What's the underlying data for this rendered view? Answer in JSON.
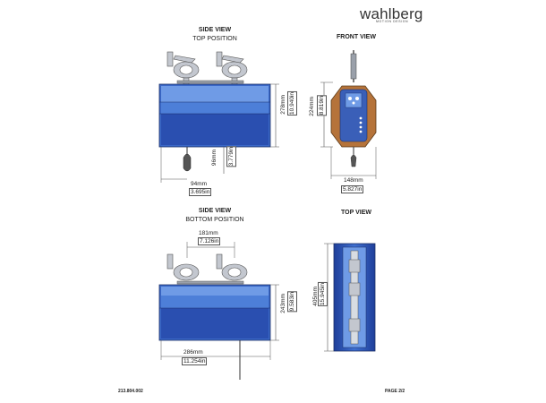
{
  "brand": {
    "name": "wahlberg",
    "tagline": "MOTION DESIGN"
  },
  "views": {
    "side_top": {
      "title": "SIDE VIEW",
      "subtitle": "TOP POSITION",
      "dims": {
        "height_mm": "278mm",
        "height_in": "10.940in",
        "hook_mm": "96mm",
        "hook_in": "3.779in",
        "offset_mm": "94mm",
        "offset_in": "3.695in"
      }
    },
    "front": {
      "title": "FRONT VIEW",
      "dims": {
        "height_mm": "224mm",
        "height_in": "8.819in",
        "width_mm": "148mm",
        "width_in": "5.827in"
      }
    },
    "side_bottom": {
      "title": "SIDE VIEW",
      "subtitle": "BOTTOM POSITION",
      "dims": {
        "clamp_mm": "181mm",
        "clamp_in": "7.126in",
        "height_mm": "243mm",
        "height_in": "9.583in",
        "width_mm": "286mm",
        "width_in": "11.254in"
      }
    },
    "top": {
      "title": "TOP VIEW",
      "dims": {
        "length_mm": "405mm",
        "length_in": "15.945in"
      }
    }
  },
  "footer": {
    "part_number": "213.804.002",
    "page": "PAGE 2/2"
  },
  "colors": {
    "blue_light": "#4a7fd6",
    "blue_mid": "#2f5fc0",
    "blue_dark": "#1f3f9a",
    "copper": "#b5733a",
    "clamp": "#b8bcc4"
  }
}
